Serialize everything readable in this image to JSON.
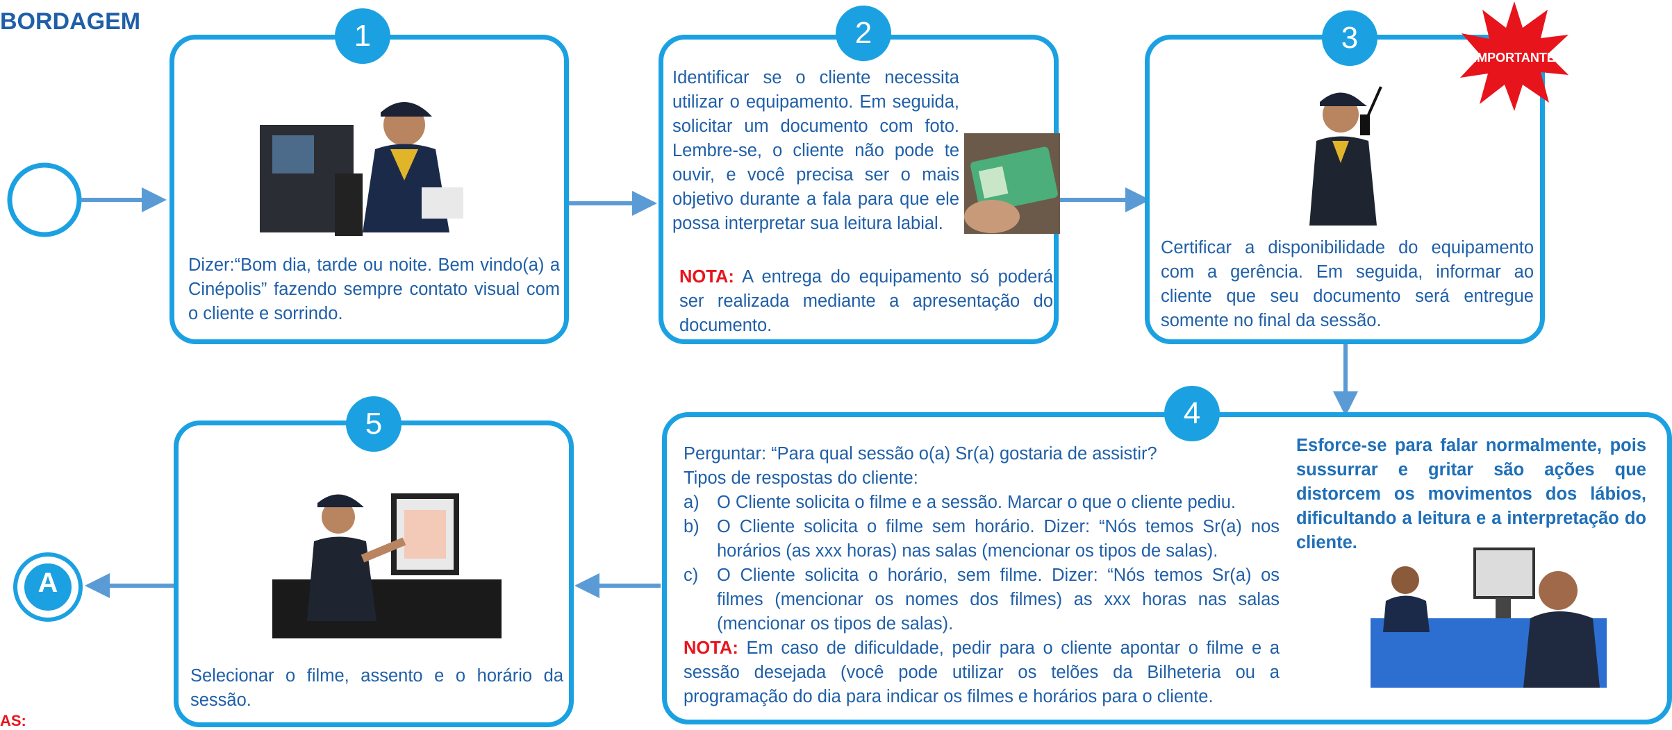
{
  "title": "BORDAGEM",
  "footer_label": "AS:",
  "start_label": "",
  "end_connector": "A",
  "badge": "IMPORTANTE",
  "colors": {
    "accent": "#1ba1e2",
    "text": "#1f5fa8",
    "arrow": "#5b9bd5",
    "nota": "#e8141c",
    "badge": "#e8141c"
  },
  "steps": {
    "s1": {
      "num": "1",
      "text": "Dizer:“Bom dia, tarde ou noite. Bem vindo(a) a Cinépolis” fazendo sempre contato visual com o cliente e sorrindo."
    },
    "s2": {
      "num": "2",
      "text": "Identificar se o cliente necessita utilizar o equipamento. Em seguida, solicitar um documento com foto. Lembre-se, o cliente não pode te ouvir, e você precisa ser o mais objetivo durante a fala para que ele possa interpretar sua leitura labial.",
      "nota_label": "NOTA:",
      "nota_text": "A entrega do equipamento só poderá ser realizada mediante a apresentação do documento."
    },
    "s3": {
      "num": "3",
      "text": "Certificar a disponibilidade do equipamento com a gerência. Em seguida, informar ao cliente que seu documento será entregue somente no final da sessão."
    },
    "s4": {
      "num": "4",
      "intro1": "Perguntar: “Para qual sessão o(a) Sr(a) gostaria de assistir?",
      "intro2": "Tipos de respostas do cliente:",
      "options": [
        {
          "letter": "a)",
          "text": "O Cliente solicita o filme e a sessão. Marcar o que o cliente pediu."
        },
        {
          "letter": "b)",
          "text": " O Cliente solicita o filme sem horário. Dizer: “Nós temos Sr(a) nos horários (as xxx horas) nas salas (mencionar os tipos de salas)."
        },
        {
          "letter": "c)",
          "text": "O Cliente solicita o horário, sem filme. Dizer: “Nós temos Sr(a) os filmes (mencionar os nomes dos filmes) as xxx horas nas salas (mencionar os tipos de salas)."
        }
      ],
      "nota_label": "NOTA:",
      "nota_text": " Em caso de dificuldade, pedir para o cliente apontar o filme e a sessão desejada (você pode utilizar os telões da Bilheteria ou a programação do dia para indicar os filmes e horários para o cliente.",
      "tip": "Esforce-se para falar normalmente, pois sussurrar e gritar são ações que distorcem os movimentos dos lábios, dificultando a leitura e a interpretação do cliente."
    },
    "s5": {
      "num": "5",
      "text": "Selecionar o filme, assento e o horário da sessão."
    }
  }
}
